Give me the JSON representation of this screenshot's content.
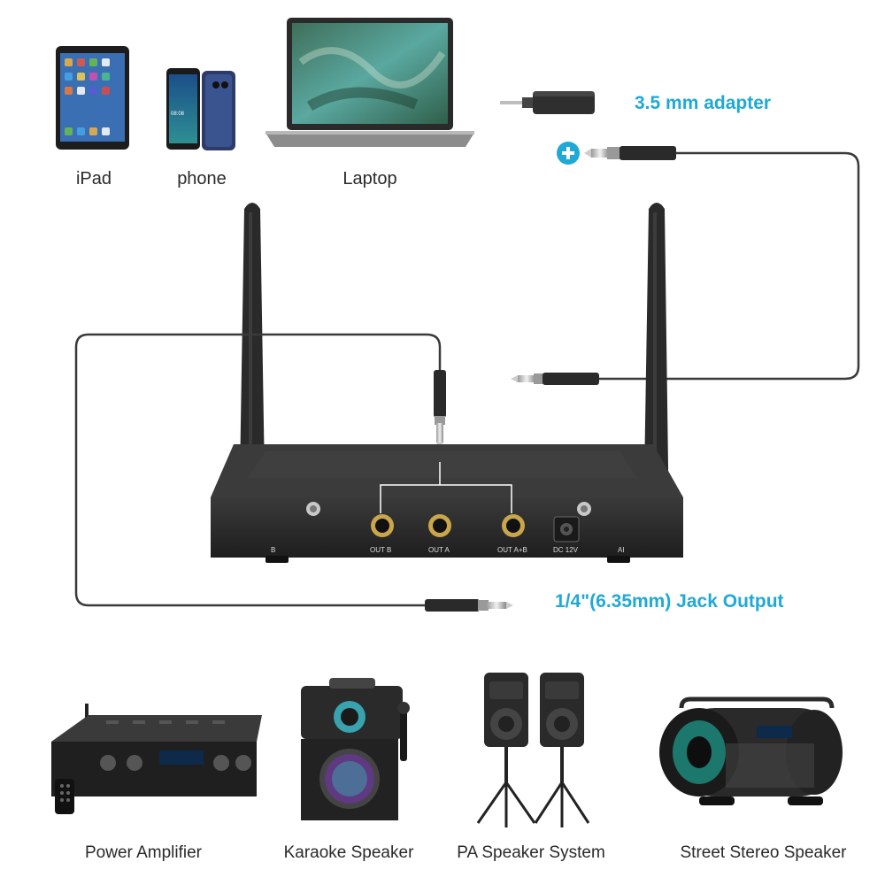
{
  "sources": {
    "ipad_label": "iPad",
    "phone_label": "phone",
    "laptop_label": "Laptop"
  },
  "adapter_label": "3.5 mm adapter",
  "plus_symbol": "+",
  "jack_output_label": "1/4\"(6.35mm) Jack Output",
  "receiver": {
    "port_out_b": "OUT B",
    "port_out_a": "OUT A",
    "port_out_ab": "OUT A+B",
    "port_dc": "DC 12V",
    "side_left": "B",
    "side_right": "AI"
  },
  "devices": {
    "power_amplifier": "Power Amplifier",
    "karaoke_speaker": "Karaoke Speaker",
    "pa_speaker_system": "PA Speaker System",
    "street_stereo_speaker": "Street Stereo Speaker"
  },
  "colors": {
    "accent": "#1fa9d6",
    "receiver_body": "#2b2b2b",
    "cable": "#3a3a3a"
  }
}
